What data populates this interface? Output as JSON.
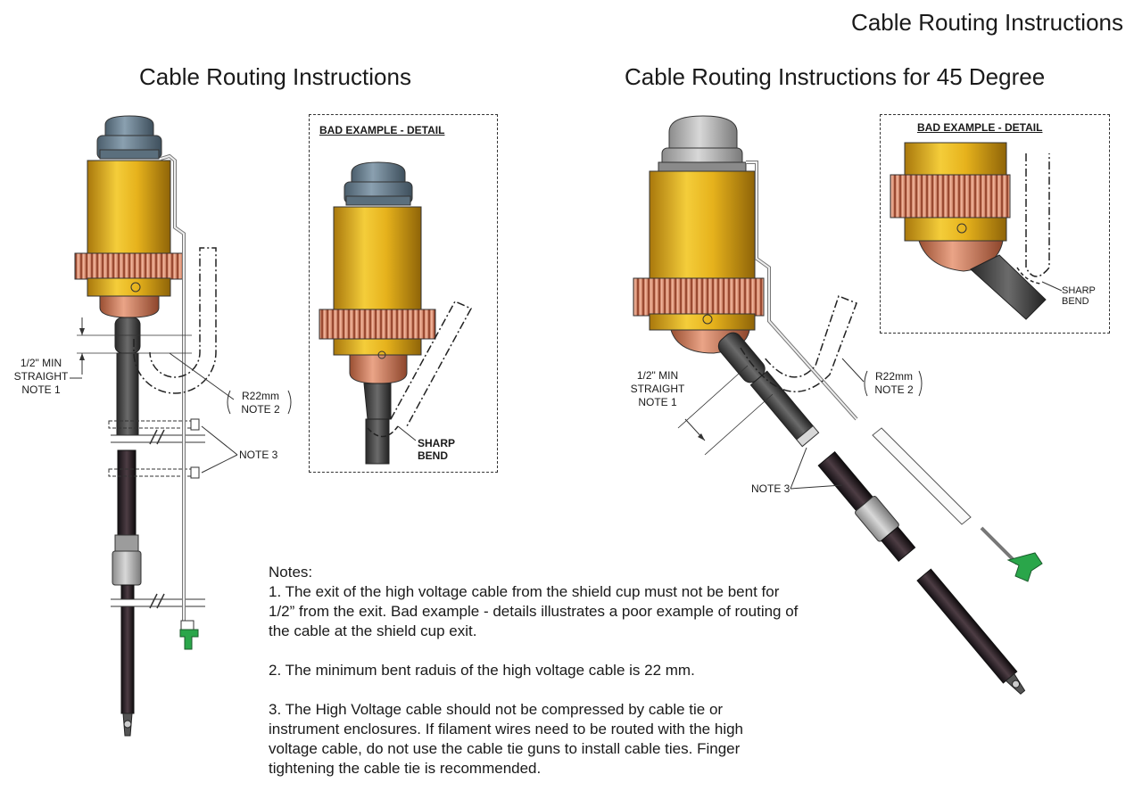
{
  "titles": {
    "main": "Cable Routing Instructions",
    "left": "Cable Routing Instructions",
    "right": "Cable Routing Instructions for 45 Degree"
  },
  "left_diagram": {
    "min_straight": [
      "1/2\" MIN",
      "STRAIGHT",
      "NOTE 1"
    ],
    "radius": [
      "R22mm",
      "NOTE 2"
    ],
    "note3": "NOTE 3"
  },
  "left_detail": {
    "title": "BAD EXAMPLE - DETAIL",
    "sharp_bend": [
      "SHARP",
      "BEND"
    ]
  },
  "right_diagram": {
    "min_straight": [
      "1/2\" MIN",
      "STRAIGHT",
      "NOTE 1"
    ],
    "radius": [
      "R22mm",
      "NOTE 2"
    ],
    "note3": "NOTE 3"
  },
  "right_detail": {
    "title": "BAD EXAMPLE - DETAIL",
    "sharp_bend": [
      "SHARP",
      "BEND"
    ]
  },
  "notes": {
    "heading": "Notes:",
    "items": [
      "1.    The exit of the high voltage cable from the shield cup must not be bent for 1/2” from the exit.  Bad example - details illustrates a poor example of routing of the cable at the shield cup exit.",
      "2.    The minimum bent raduis of the high voltage cable is 22 mm.",
      "3.  The High Voltage cable should not be compressed by cable tie or instrument enclosures.  If filament wires need to be routed with the high voltage cable, do not use the cable tie guns to install cable ties.  Finger tightening the cable tie is recommended."
    ]
  },
  "colors": {
    "cap": "#6f8596",
    "gold": "#e6b21c",
    "copper": "#c9785a",
    "cable": "#333333",
    "green_connector": "#2aa64a"
  }
}
